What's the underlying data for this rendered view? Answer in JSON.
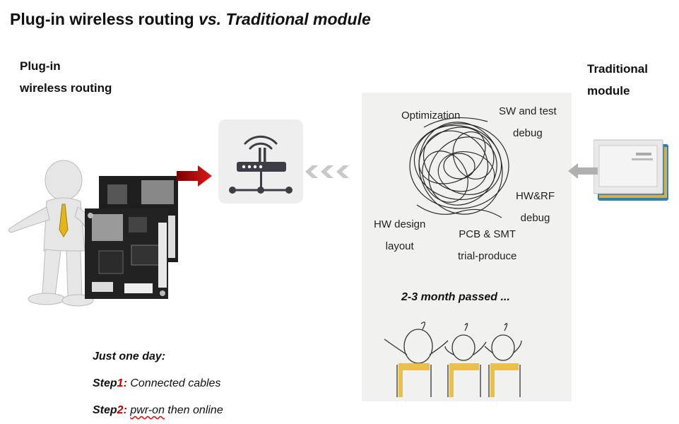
{
  "title": {
    "part1": "Plug-in wireless routing ",
    "part2": "vs. ",
    "part3": "Traditional module"
  },
  "left_label": {
    "line1": "Plug-in",
    "line2": "wireless routing"
  },
  "right_label": {
    "line1": "Traditional",
    "line2": "module"
  },
  "scribble": {
    "optimization": "Optimization",
    "sw_line1": "SW and test",
    "sw_line2": "debug",
    "hwrf_line1": "HW&RF",
    "hwrf_line2": "debug",
    "hwd_line1": "HW design",
    "hwd_line2": "layout",
    "pcb_line1": "PCB & SMT",
    "pcb_line2": "trial-produce"
  },
  "months_caption": "2-3 month passed ...",
  "steps": {
    "heading": "Just one day:",
    "step1_label": "Step",
    "step1_num": "1",
    "step1_colon": ":",
    "step1_text": " Connected cables",
    "step2_label": "Step",
    "step2_num": "2",
    "step2_colon": ":",
    "step2_word": "pwr-on",
    "step2_text": " then online"
  },
  "colors": {
    "accent_red": "#c00000",
    "arrow_grey": "#b0b0b0",
    "pcb_dark": "#1e1e1e",
    "module_blue": "#2e7fb8"
  }
}
